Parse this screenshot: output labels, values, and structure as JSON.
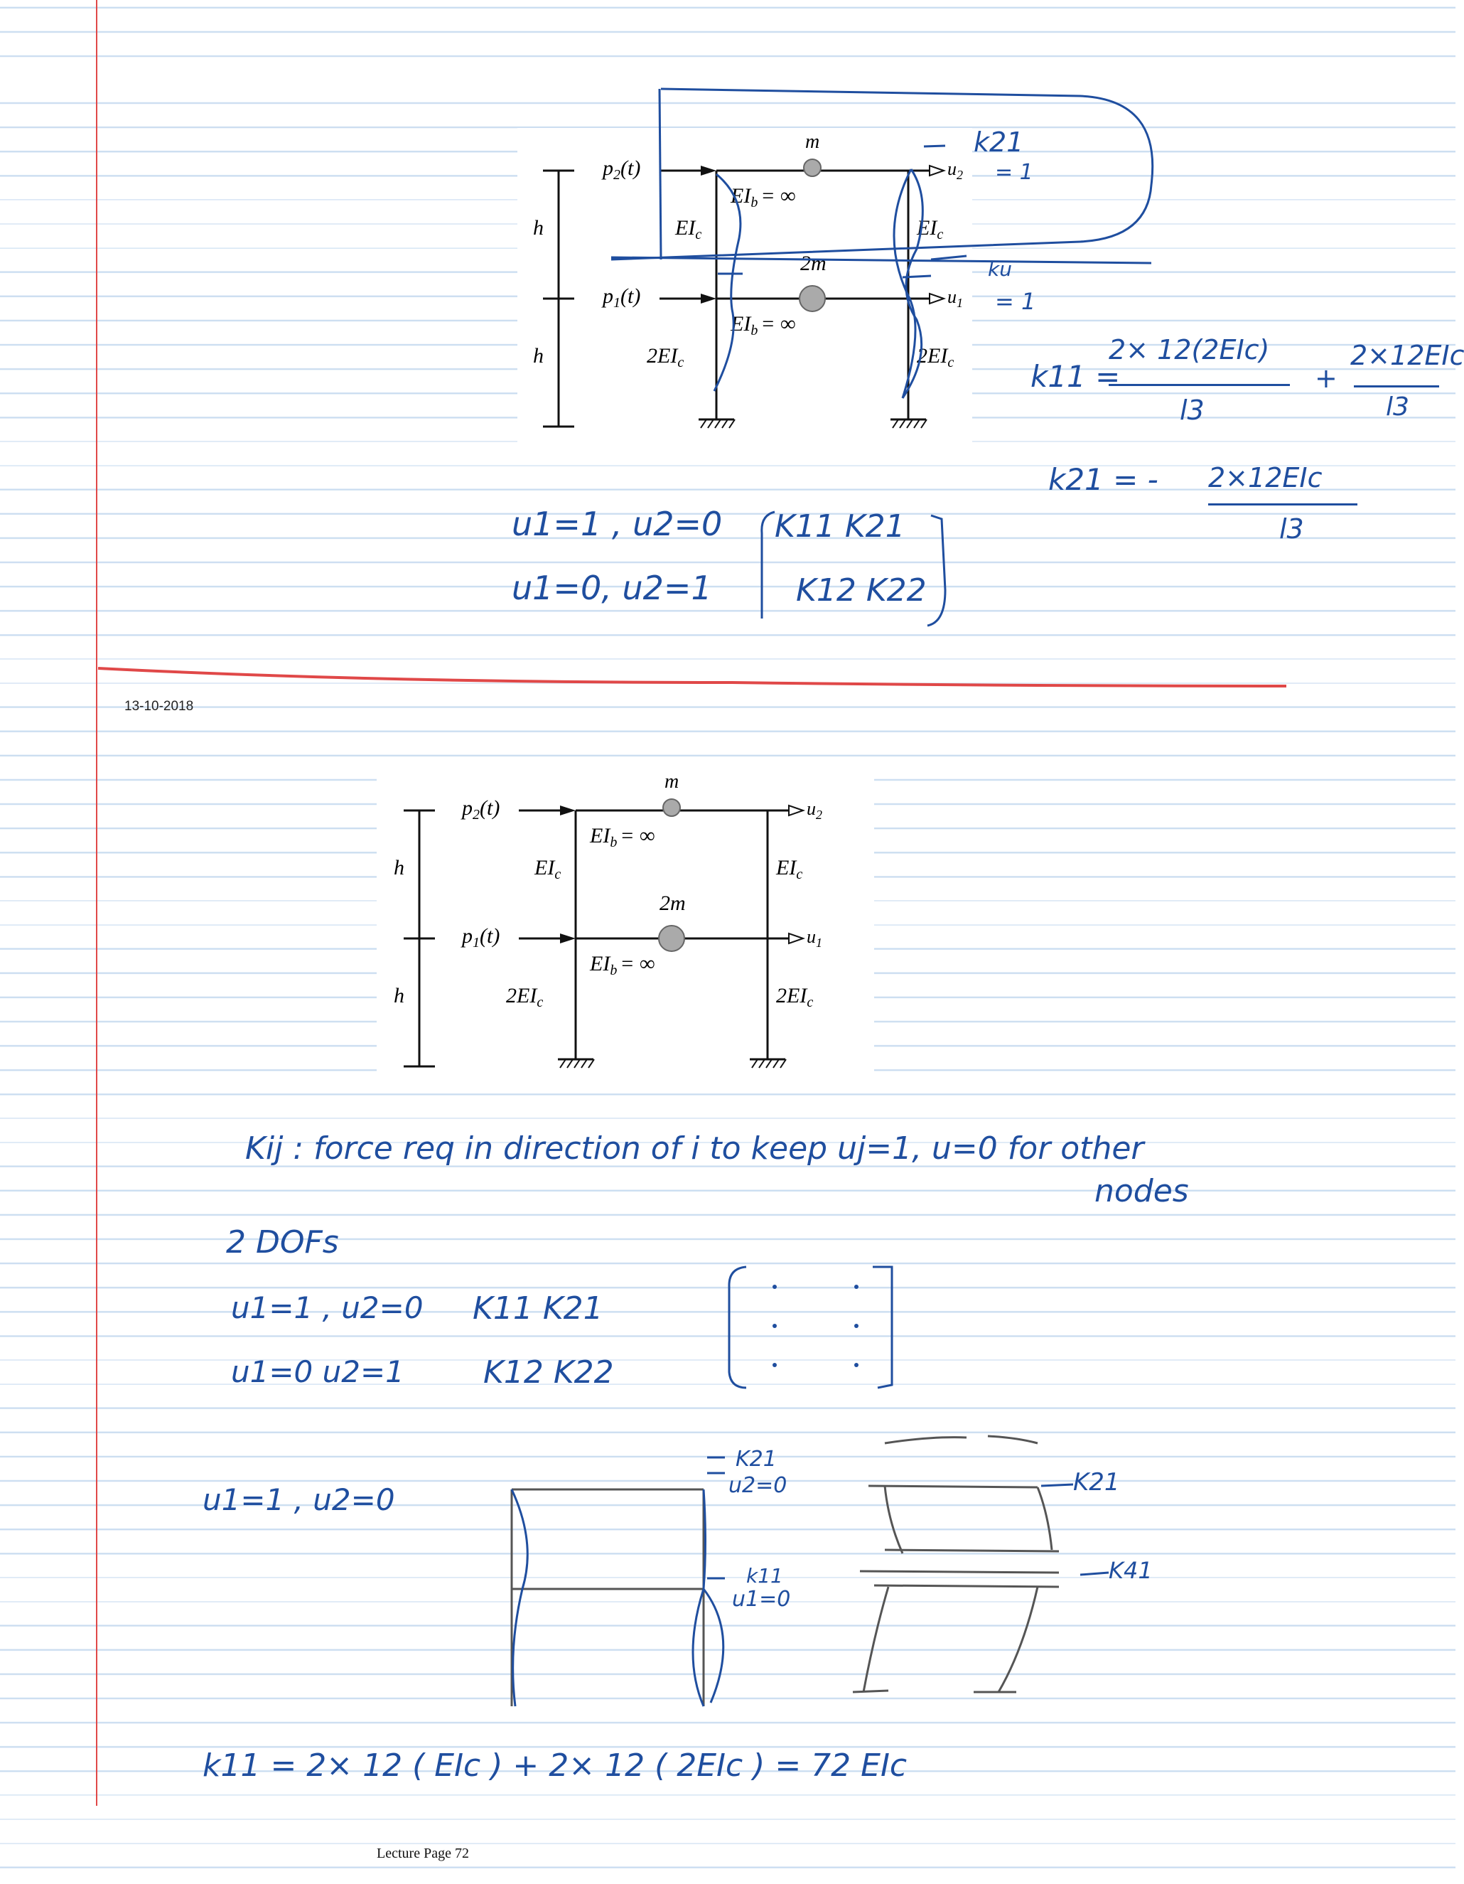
{
  "page": {
    "date": "13-10-2018",
    "footer": "Lecture Page 72"
  },
  "frame_labels": {
    "mass_top": "m",
    "mass_mid": "2m",
    "load_top": "p",
    "load_top_sub": "2",
    "load_top_arg": "(t)",
    "load_mid": "p",
    "load_mid_sub": "1",
    "load_mid_arg": "(t)",
    "beam_top": "EI",
    "beam_top_sub": "b",
    "beam_top_val": "= ∞",
    "beam_mid": "EI",
    "beam_mid_sub": "b",
    "beam_mid_val": "= ∞",
    "col_upper": "EI",
    "col_upper_sub": "c",
    "col_lower": "2EI",
    "col_lower_sub": "c",
    "story_height": "h",
    "dof_top": "u",
    "dof_top_sub": "2",
    "dof_mid": "u",
    "dof_mid_sub": "1"
  },
  "notes_top": {
    "k21_label": "k21",
    "u2_eq": "= 1",
    "k11_small": "ku",
    "u1_eq": "= 1",
    "k11_lhs": "k11 =",
    "k11_num1": "2× 12(2EIc)",
    "k11_den1": "l3",
    "k11_plus": "+",
    "k11_num2": "2×12EIc",
    "k11_den2": "l3",
    "k21_lhs": "k21 = -",
    "k21_num": "2×12EIc",
    "k21_den": "l3",
    "case1": "u1=1 , u2=0",
    "case2": "u1=0,  u2=1",
    "mat_r1": "K11   K21",
    "mat_r2": "K12   K22"
  },
  "notes_bottom": {
    "kij_def_1": "Kij :  force req in direction of i to keep uj=1, u=0 for other",
    "kij_def_2": "nodes",
    "dofs": "2 DOFs",
    "row1_case": "u1=1 , u2=0",
    "row1_k": "K11   K21",
    "row2_case": "u1=0   u2=1",
    "row2_k": "K12  K22",
    "sketch_case": "u1=1 , u2=0",
    "sk_k21": "K21",
    "sk_u2": "u2=0",
    "sk_k11": "k11",
    "sk_u1": "u1=0",
    "sk2_k21": "K21",
    "sk2_k41": "K41",
    "final_eq": "k11  =   2× 12 ( EIc )  +  2× 12 ( 2EIc )   =  72 EIc"
  }
}
